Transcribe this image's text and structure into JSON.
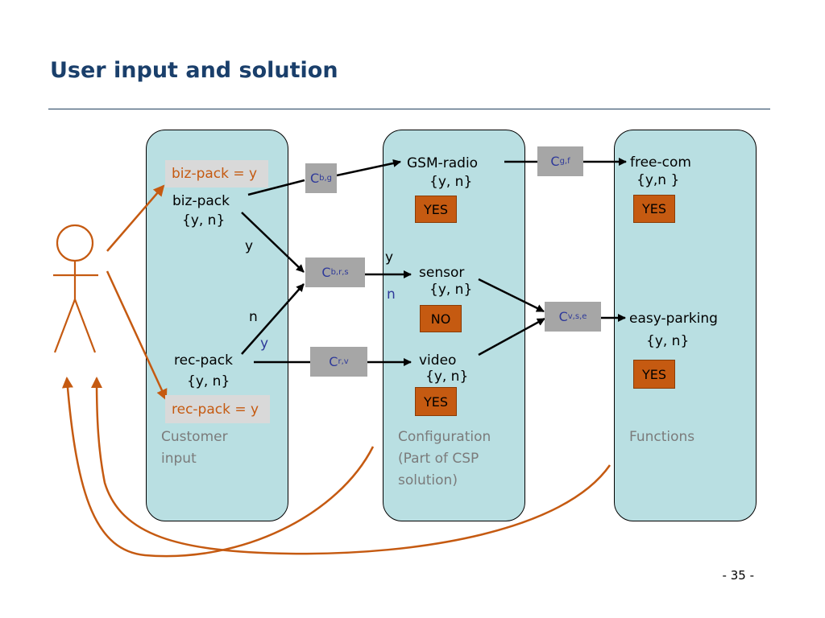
{
  "slide": {
    "title": "User input and solution",
    "page_number": "- 35 -"
  },
  "panels": {
    "customer": {
      "caption_line1": "Customer",
      "caption_line2": "input"
    },
    "configuration": {
      "caption_line1": "Configuration",
      "caption_line2": "(Part of CSP",
      "caption_line3": "solution)"
    },
    "functions": {
      "caption_line1": "Functions"
    }
  },
  "user_inputs": {
    "biz_pack": "biz-pack = y",
    "rec_pack": "rec-pack = y"
  },
  "variables": {
    "biz_pack": {
      "name": "biz-pack",
      "domain": "{y, n}"
    },
    "rec_pack": {
      "name": "rec-pack",
      "domain": "{y, n}"
    },
    "gsm_radio": {
      "name": "GSM-radio",
      "domain": "{y, n}",
      "value": "YES"
    },
    "sensor": {
      "name": "sensor",
      "domain": "{y, n}",
      "value": "NO"
    },
    "video": {
      "name": "video",
      "domain": "{y, n}",
      "value": "YES"
    },
    "free_com": {
      "name": "free-com",
      "domain": "{y,n }",
      "value": "YES"
    },
    "easy_parking": {
      "name": "easy-parking",
      "domain": "{y, n}",
      "value": "YES"
    }
  },
  "constraints": {
    "c_bg": {
      "base": "C",
      "sub": "b,g"
    },
    "c_brs": {
      "base": "C",
      "sub": "b,r,s"
    },
    "c_rv": {
      "base": "C",
      "sub": "r,v"
    },
    "c_gf": {
      "base": "C",
      "sub": "g,f"
    },
    "c_vse": {
      "base": "C",
      "sub": "v,s,e"
    }
  },
  "edge_labels": {
    "biz_y": "y",
    "rec_n": "n",
    "rec_y": "y",
    "sensor_y": "y",
    "sensor_n": "n"
  },
  "colors": {
    "panel": "#b9dfe2",
    "accent_orange": "#c55a11",
    "constraint_box": "#a6a6a6",
    "constraint_text": "#2f3a9a",
    "title": "#1a3f6b"
  },
  "icons": {
    "user": "stick-figure-icon"
  }
}
